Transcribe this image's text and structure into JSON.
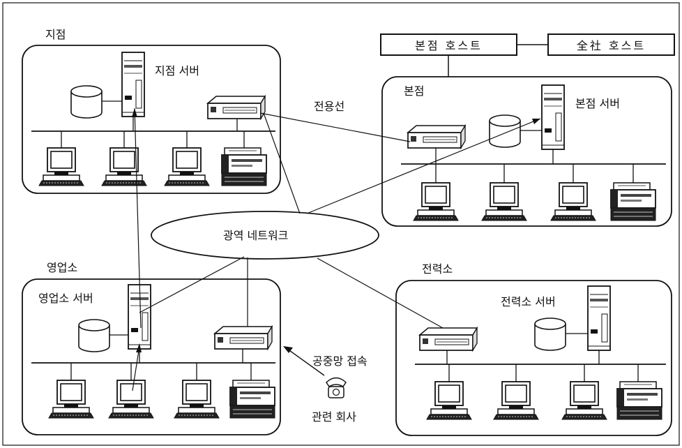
{
  "labels": {
    "branch": "지점",
    "branch_server": "지점 서버",
    "head_office_host": "본점 호스트",
    "company_host": "全社 호스트",
    "head_office": "본점",
    "head_server": "본점 서버",
    "leased_line": "전용선",
    "wan": "광역 네트워크",
    "sales_office": "영업소",
    "sales_server": "영업소 서버",
    "power_station": "전력소",
    "power_server": "전력소 서버",
    "public_access": "공중망 접속",
    "affiliate": "관련 회사"
  }
}
